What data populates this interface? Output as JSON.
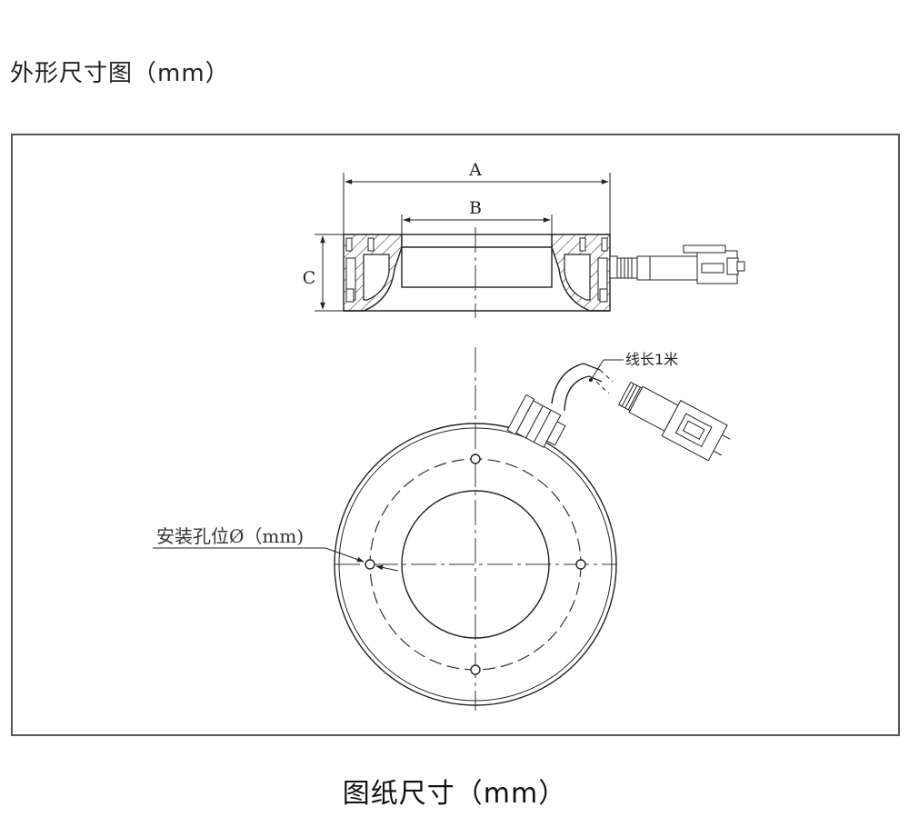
{
  "heading": "外形尺寸图（mm）",
  "footer": "图纸尺寸（mm）",
  "dimensions": {
    "a": "A",
    "b": "B",
    "c": "C"
  },
  "notes": {
    "cable_length": "线长1米",
    "mount_holes": "安装孔位Ø（mm)"
  }
}
